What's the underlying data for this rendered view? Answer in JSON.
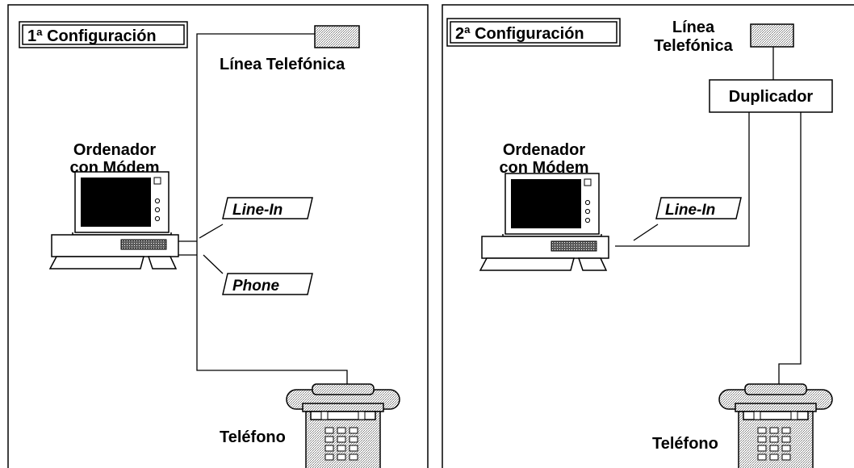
{
  "colors": {
    "background": "#ffffff",
    "line": "#000000",
    "hatch": "#9a9a9a",
    "screen": "#000000"
  },
  "config1": {
    "title": "1ª Configuración",
    "telephone_line": "Línea Telefónica",
    "computer_line1": "Ordenador",
    "computer_line2": "con Módem",
    "port_line_in": "Line-In",
    "port_phone": "Phone",
    "telephone": "Teléfono"
  },
  "config2": {
    "title": "2ª Configuración",
    "telephone_line1": "Línea",
    "telephone_line2": "Telefónica",
    "splitter": "Duplicador",
    "computer_line1": "Ordenador",
    "computer_line2": "con Módem",
    "port_line_in": "Line-In",
    "telephone": "Teléfono"
  }
}
